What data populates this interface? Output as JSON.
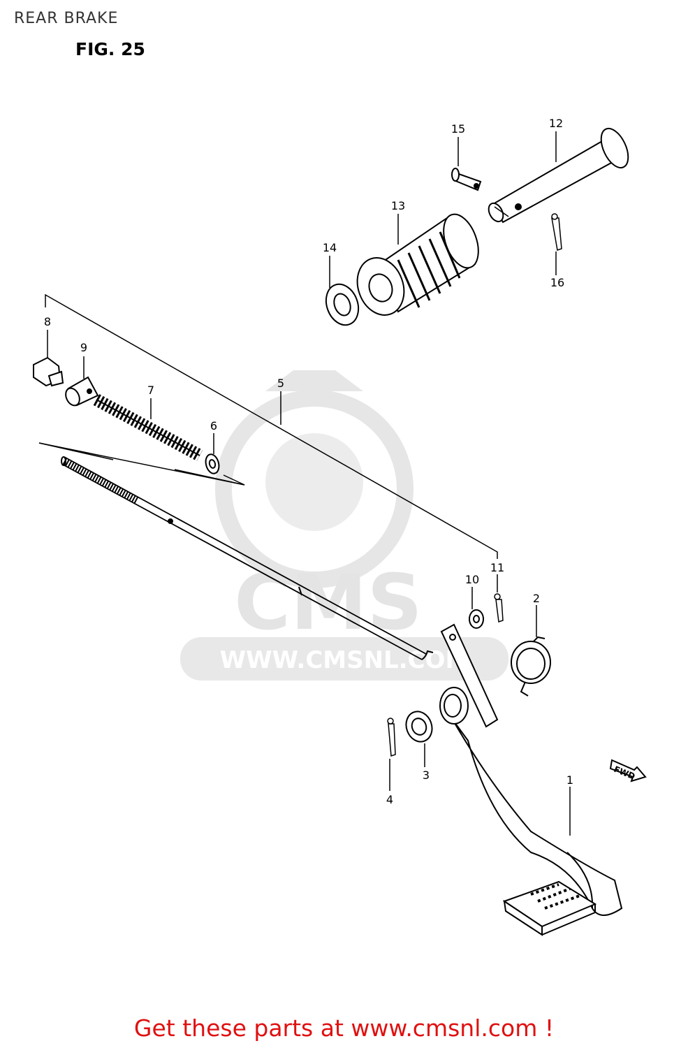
{
  "header": {
    "title": "REAR BRAKE",
    "figure": "FIG. 25"
  },
  "watermark": {
    "logo_text": "CMS",
    "url_text": "WWW.CMSNL.COM",
    "color": "#e2e2e2"
  },
  "direction_marker": "FWD",
  "callouts": {
    "p1": "1",
    "p2": "2",
    "p3": "3",
    "p4": "4",
    "p5": "5",
    "p6": "6",
    "p7": "7",
    "p8": "8",
    "p9": "9",
    "p10": "10",
    "p11": "11",
    "p12": "12",
    "p13": "13",
    "p14": "14",
    "p15": "15",
    "p16": "16"
  },
  "footer": {
    "link_text": "Get these parts at www.cmsnl.com !",
    "color": "#e01010"
  }
}
